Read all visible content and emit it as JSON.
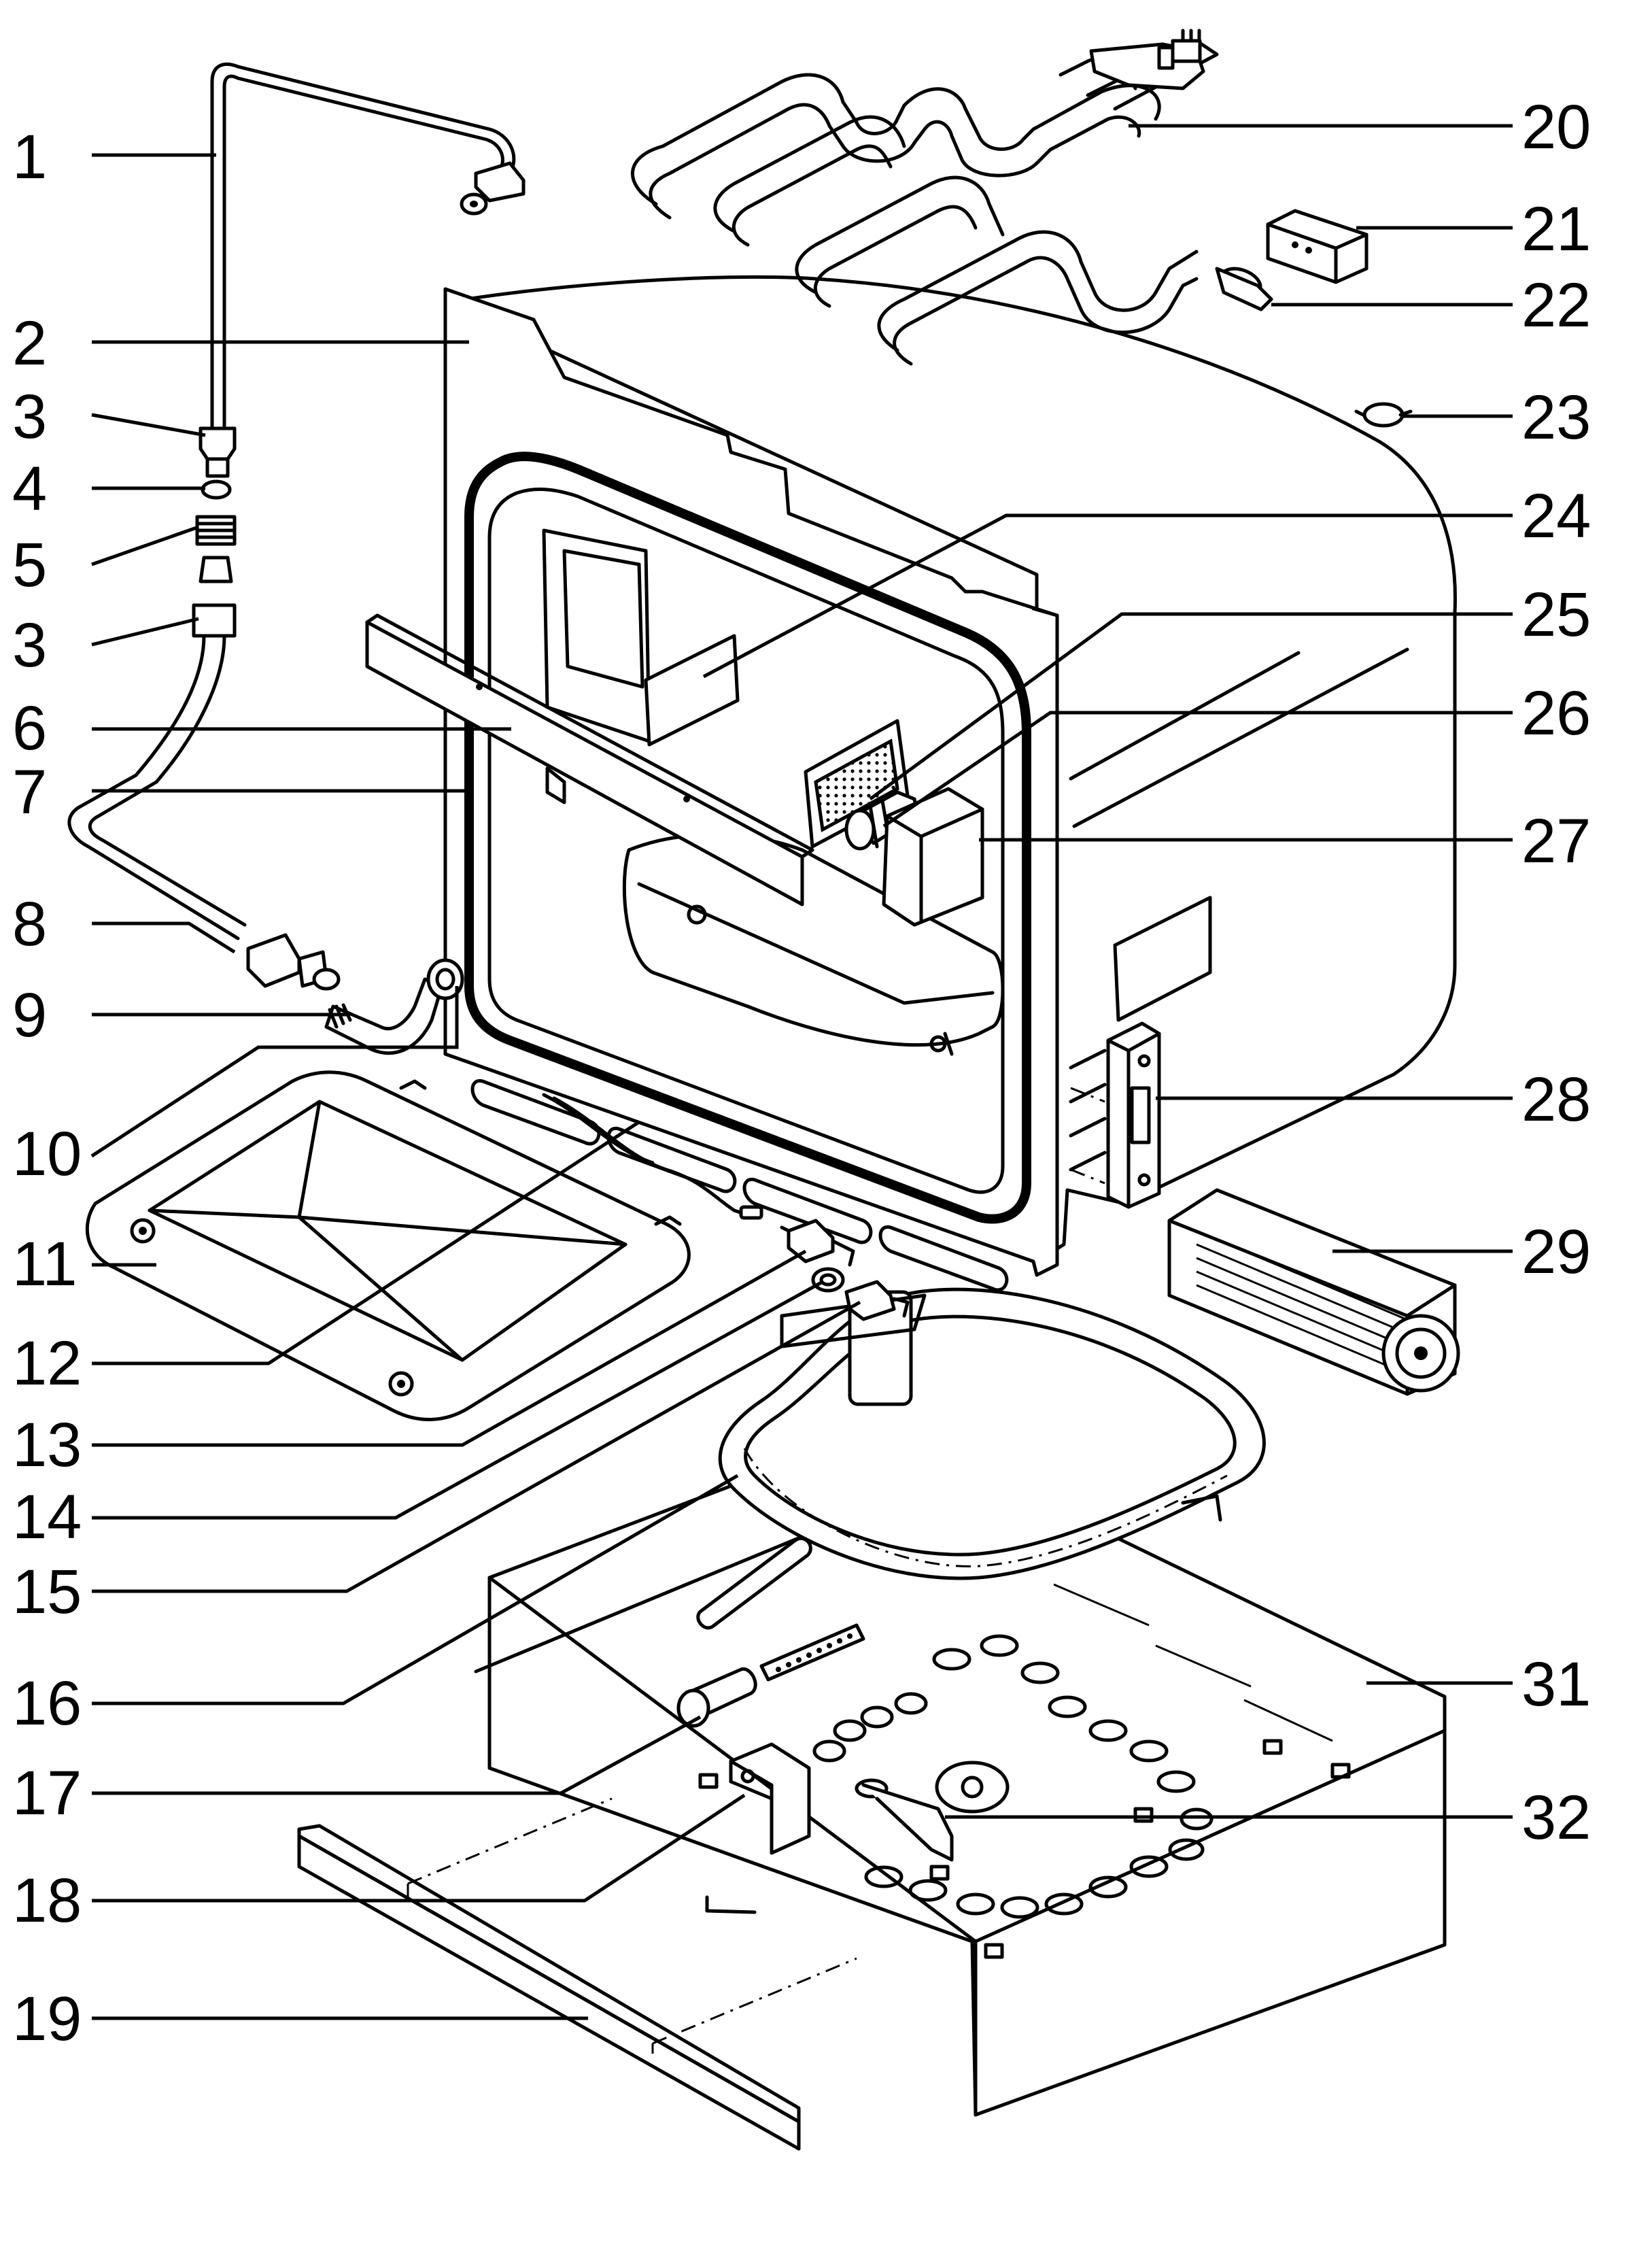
{
  "diagram": {
    "colors": {
      "line": "#000000",
      "background": "#ffffff"
    },
    "callouts": [
      {
        "n": "1"
      },
      {
        "n": "2"
      },
      {
        "n": "3"
      },
      {
        "n": "4"
      },
      {
        "n": "5"
      },
      {
        "n": "3"
      },
      {
        "n": "6"
      },
      {
        "n": "7"
      },
      {
        "n": "8"
      },
      {
        "n": "9"
      },
      {
        "n": "10"
      },
      {
        "n": "11"
      },
      {
        "n": "12"
      },
      {
        "n": "13"
      },
      {
        "n": "14"
      },
      {
        "n": "15"
      },
      {
        "n": "16"
      },
      {
        "n": "17"
      },
      {
        "n": "18"
      },
      {
        "n": "19"
      },
      {
        "n": "20"
      },
      {
        "n": "21"
      },
      {
        "n": "22"
      },
      {
        "n": "23"
      },
      {
        "n": "24"
      },
      {
        "n": "25"
      },
      {
        "n": "26"
      },
      {
        "n": "27"
      },
      {
        "n": "28"
      },
      {
        "n": "29"
      },
      {
        "n": "31"
      },
      {
        "n": "32"
      }
    ]
  }
}
